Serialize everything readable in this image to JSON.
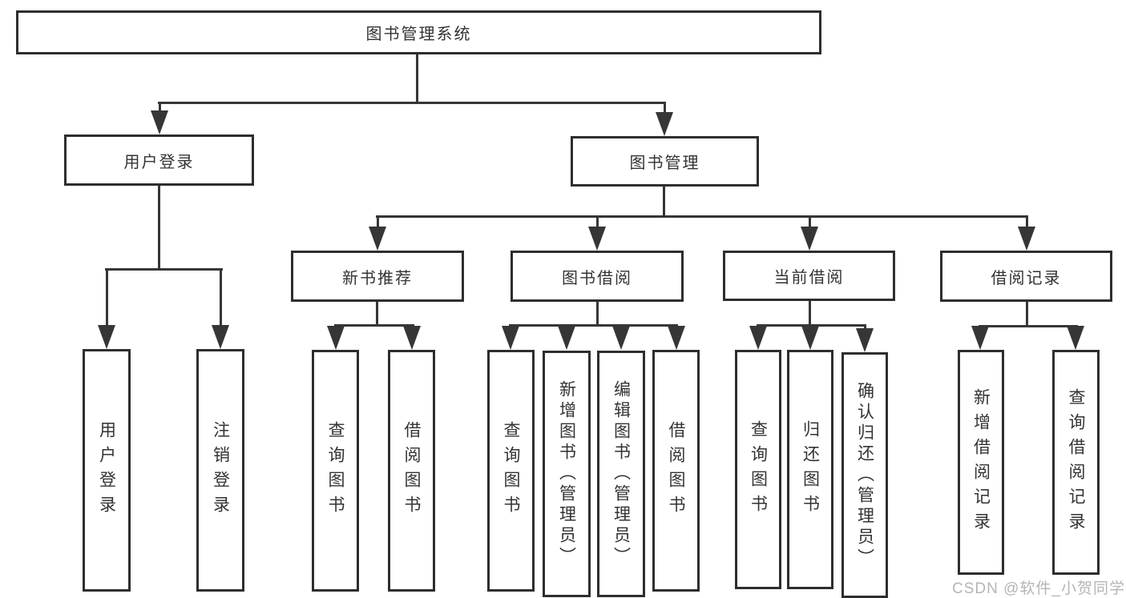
{
  "tree": {
    "label": "图书管理系统",
    "children": [
      {
        "label": "用户登录",
        "children": [
          {
            "label": "用户登录"
          },
          {
            "label": "注销登录"
          }
        ]
      },
      {
        "label": "图书管理",
        "children": [
          {
            "label": "新书推荐",
            "children": [
              {
                "label": "查询图书"
              },
              {
                "label": "借阅图书"
              }
            ]
          },
          {
            "label": "图书借阅",
            "children": [
              {
                "label": "查询图书"
              },
              {
                "label": "新增图书（管理员）"
              },
              {
                "label": "编辑图书（管理员）"
              },
              {
                "label": "借阅图书"
              }
            ]
          },
          {
            "label": "当前借阅",
            "children": [
              {
                "label": "查询图书"
              },
              {
                "label": "归还图书"
              },
              {
                "label": "确认归还（管理员）"
              }
            ]
          },
          {
            "label": "借阅记录",
            "children": [
              {
                "label": "新增借阅记录"
              },
              {
                "label": "查询借阅记录"
              }
            ]
          }
        ]
      }
    ]
  },
  "watermark": "CSDN @软件_小贺同学",
  "colors": {
    "line": "#363636",
    "border": "#2e2e2e",
    "text": "#333333",
    "watermark": "#b5b5b5"
  }
}
